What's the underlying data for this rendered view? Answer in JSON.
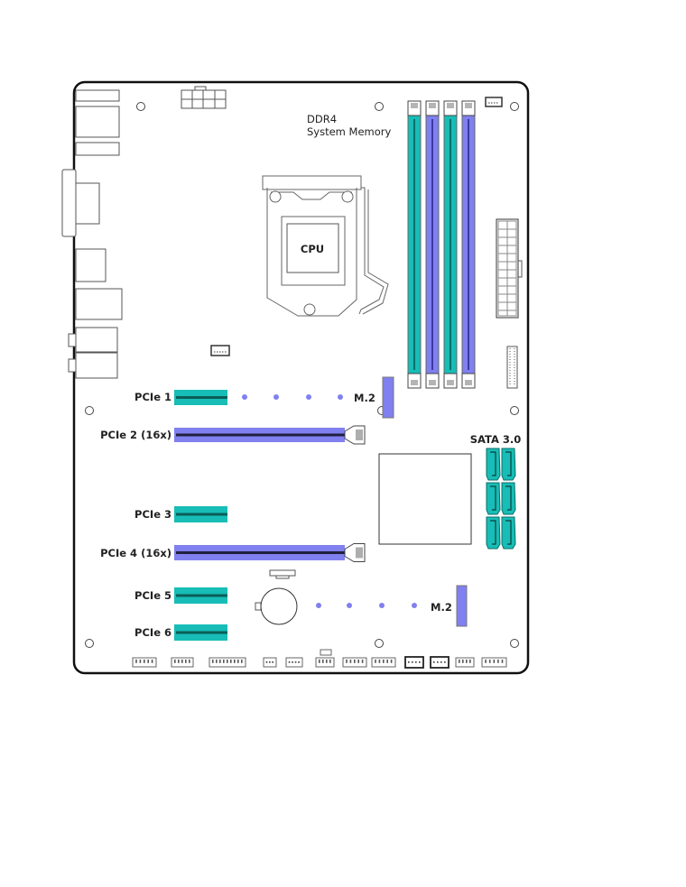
{
  "title": "Motherboard layout",
  "colors": {
    "teal": "#17BDB6",
    "purple": "#8080F0",
    "board_outline": "#111111"
  },
  "labels": {
    "memory_line1": "DDR4",
    "memory_line2": "System Memory",
    "cpu": "CPU",
    "m2_top": "M.2",
    "m2_bottom": "M.2",
    "sata": "SATA 3.0"
  },
  "pcie_slots": [
    {
      "label": "PCIe 1",
      "type": "x1"
    },
    {
      "label": "PCIe 2 (16x)",
      "type": "x16"
    },
    {
      "label": "PCIe 3",
      "type": "x1"
    },
    {
      "label": "PCIe 4 (16x)",
      "type": "x16"
    },
    {
      "label": "PCIe 5",
      "type": "x1"
    },
    {
      "label": "PCIe 6",
      "type": "x1"
    }
  ],
  "dimm_slots": [
    "teal",
    "purple",
    "teal",
    "purple"
  ],
  "sata_port_count": 6
}
